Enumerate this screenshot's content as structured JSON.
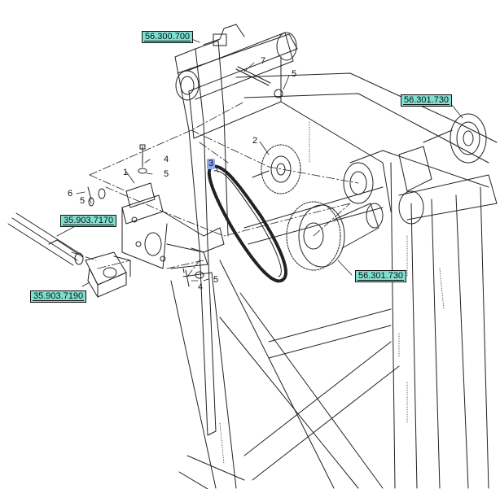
{
  "reference_labels": {
    "top_left": "56.300.700",
    "top_right": "56.301.730",
    "middle_right": "56.301.730",
    "left_upper": "35.903.7170",
    "left_lower": "35.903.7190"
  },
  "callouts": {
    "c1": "1",
    "c2": "2",
    "c3": "3",
    "c4a": "4",
    "c4b": "4",
    "c5a": "5",
    "c5b": "5",
    "c5c": "5",
    "c5d": "5",
    "c6": "6",
    "c7": "7"
  }
}
